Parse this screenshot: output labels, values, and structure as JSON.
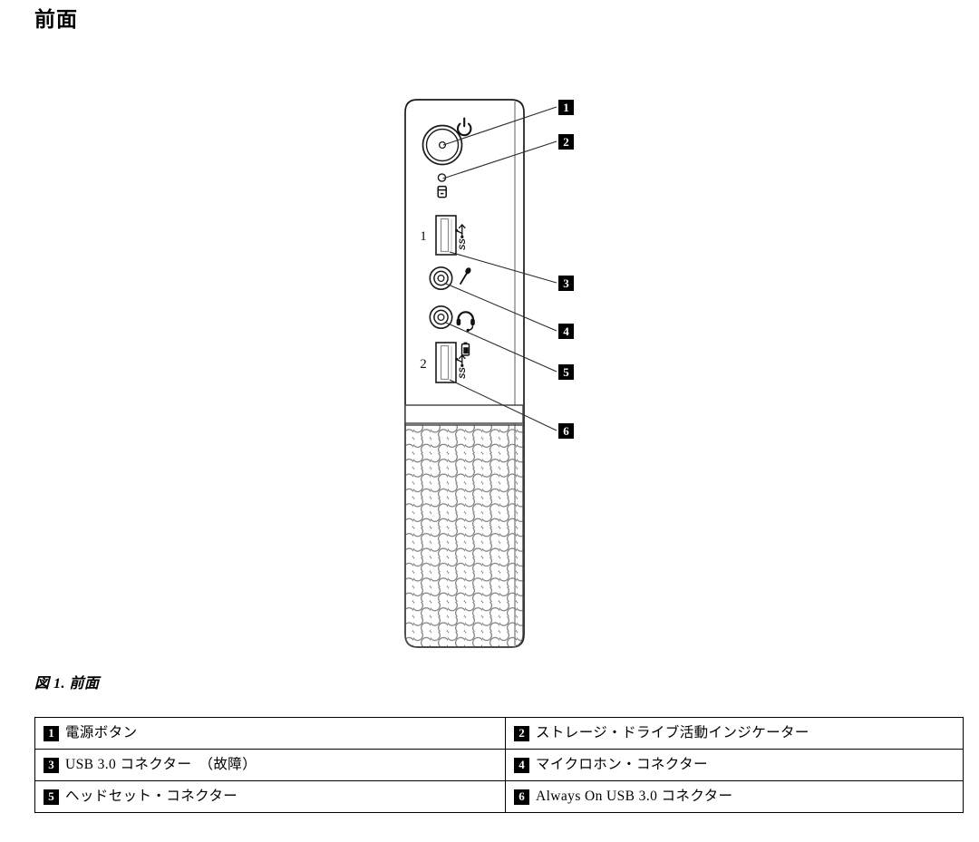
{
  "page": {
    "title": "前面"
  },
  "figure": {
    "caption": "図 1. 前面",
    "callouts": [
      {
        "id": "1",
        "number": "1"
      },
      {
        "id": "2",
        "number": "2"
      },
      {
        "id": "3",
        "number": "3"
      },
      {
        "id": "4",
        "number": "4"
      },
      {
        "id": "5",
        "number": "5"
      },
      {
        "id": "6",
        "number": "6"
      }
    ],
    "port_labels": {
      "usb_top": "1",
      "usb_bottom": "2"
    },
    "icons": {
      "power": "power-icon",
      "storage_led": "storage-drive-icon",
      "usb_ss": "usb-superspeed-icon",
      "microphone": "microphone-icon",
      "headset": "headset-icon",
      "battery": "always-on-battery-icon"
    },
    "colors": {
      "outline": "#1a1a1a",
      "vent": "#6e6e6e",
      "leader": "#2b2b2b",
      "badge_bg": "#000000",
      "badge_fg": "#ffffff"
    }
  },
  "legend": {
    "rows": [
      {
        "left": {
          "number": "1",
          "label": "電源ボタン"
        },
        "right": {
          "number": "2",
          "label": "ストレージ・ドライブ活動インジケーター"
        }
      },
      {
        "left": {
          "number": "3",
          "label": "USB 3.0 コネクター　（故障）"
        },
        "right": {
          "number": "4",
          "label": "マイクロホン・コネクター"
        }
      },
      {
        "left": {
          "number": "5",
          "label": "ヘッドセット・コネクター"
        },
        "right": {
          "number": "6",
          "label": "Always On USB 3.0 コネクター"
        }
      }
    ]
  }
}
